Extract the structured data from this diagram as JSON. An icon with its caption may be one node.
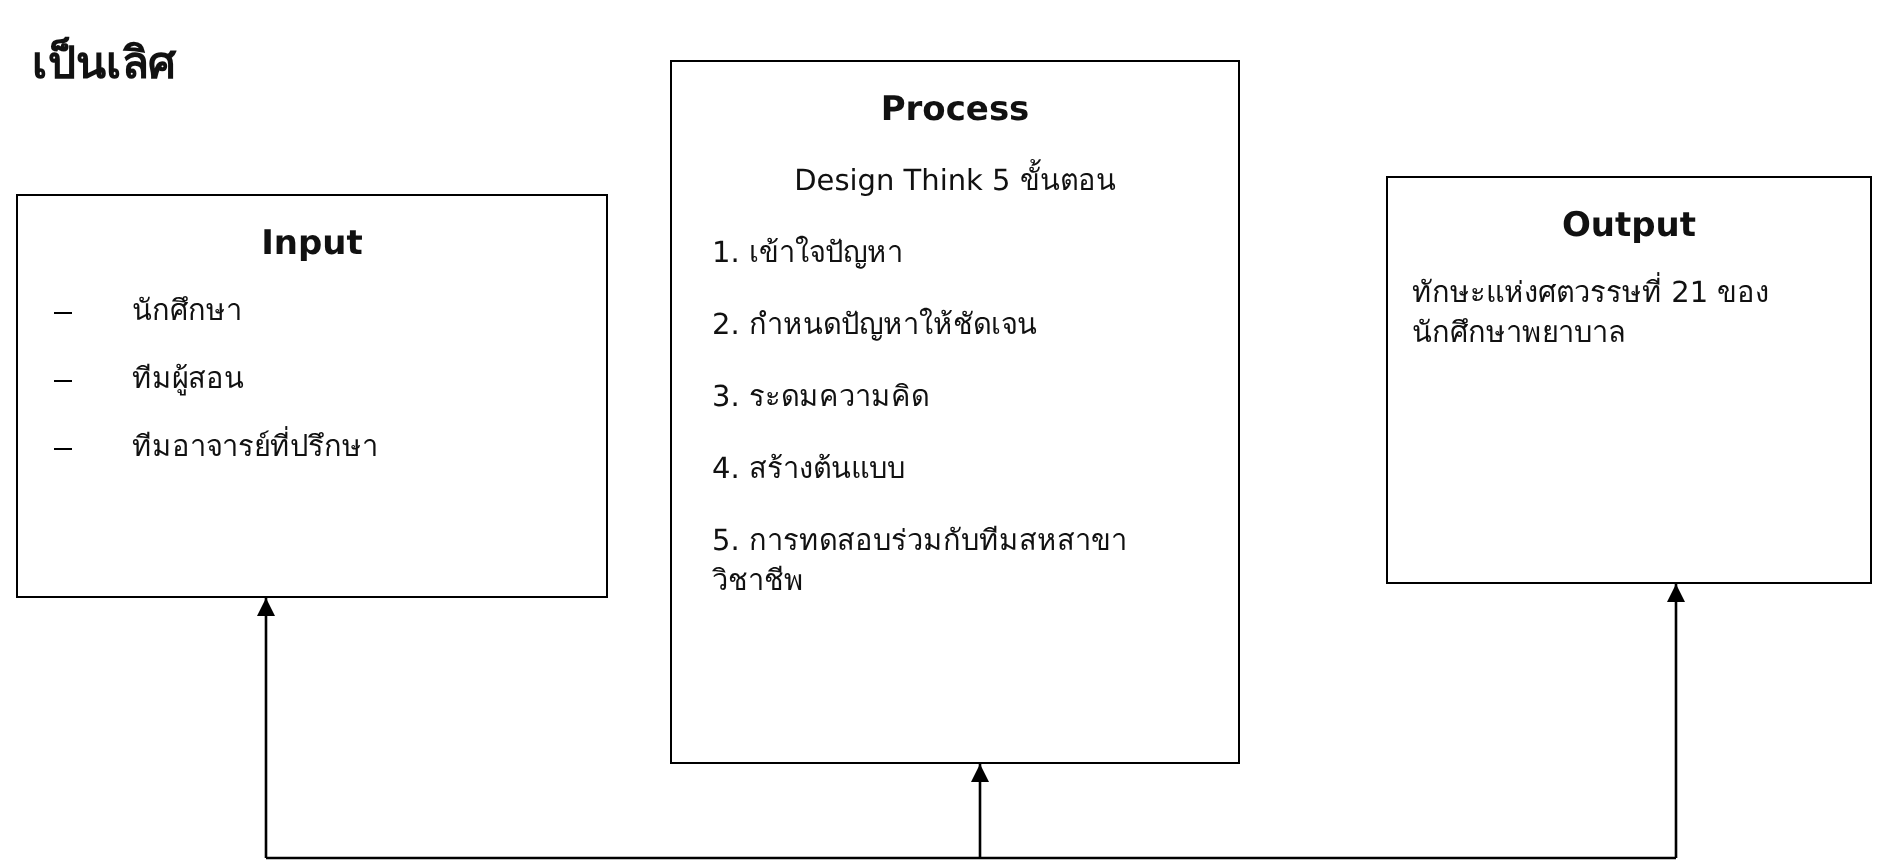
{
  "diagram": {
    "title": "เป็นเลิศ",
    "nodes": [
      {
        "text": [
          "Input",
          "นักศึกษา",
          "ทีมผู้สอน",
          "ทีมอาจารย์ที่ปรึกษา"
        ]
      },
      {
        "text": [
          "Process",
          "Design Think 5 ขั้นตอน",
          "1. เข้าใจปัญหา",
          "2. กำหนดปัญหาให้ชัดเจน",
          "3. ระดมความคิด",
          "4. สร้างต้นแบบ",
          "5. การทดสอบร่วมกับทีมสหสาขาวิชาชีพ"
        ]
      },
      {
        "text": [
          "Output",
          "ทักษะแห่งศตวรรษที่ 21 ของนักศึกษาพยาบาล"
        ]
      }
    ],
    "edges": [
      {
        "from": null,
        "to": 0,
        "arrow": "to"
      },
      {
        "from": null,
        "to": 1,
        "arrow": "to"
      },
      {
        "from": null,
        "to": 2,
        "arrow": "to"
      }
    ]
  }
}
